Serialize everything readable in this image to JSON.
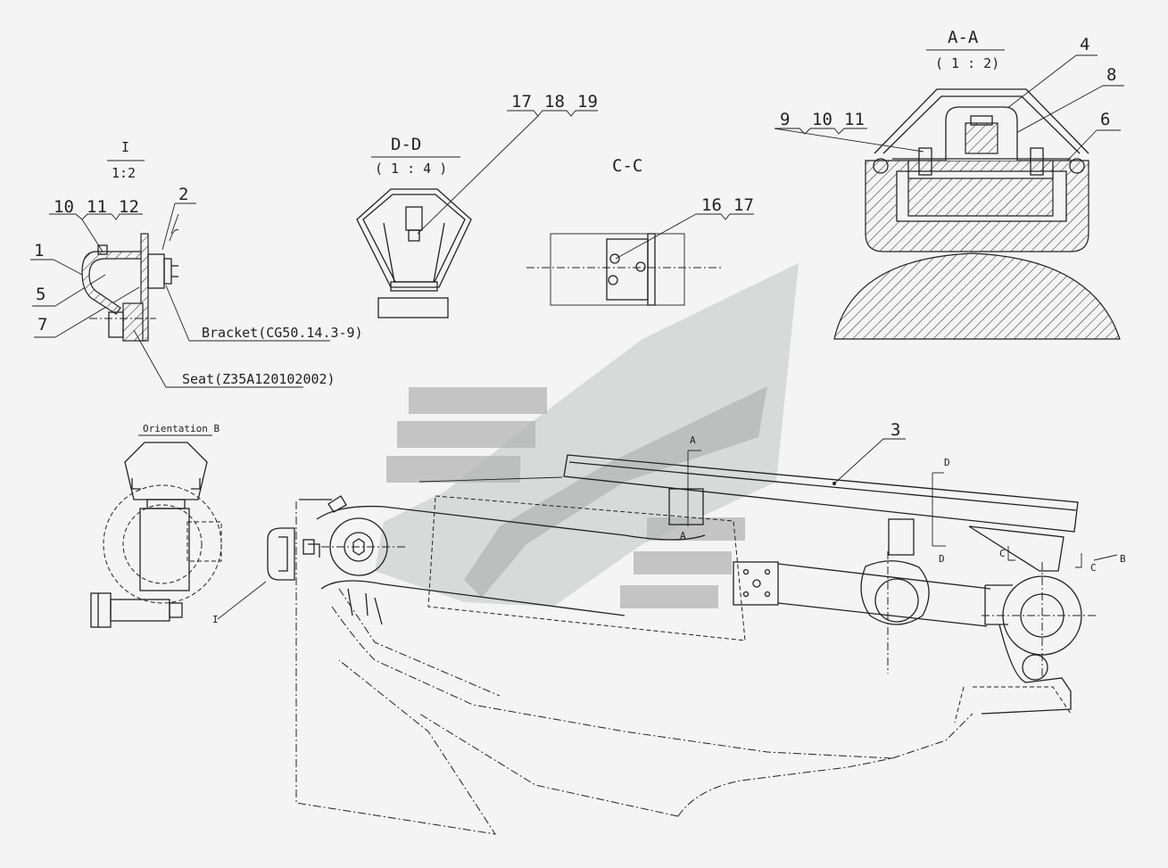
{
  "views": {
    "detail_i": {
      "title": "I",
      "scale": "1:2",
      "balloons": [
        "10",
        "11",
        "12",
        "2",
        "1",
        "5",
        "7"
      ],
      "notes": {
        "bracket": "Bracket(CG50.14.3-9)",
        "seat": "Seat(Z35A120102002)"
      }
    },
    "section_dd": {
      "title": "D-D",
      "scale": "( 1 : 4 )",
      "balloons": [
        "17",
        "18",
        "19"
      ]
    },
    "section_cc": {
      "title": "C-C",
      "balloons": [
        "16",
        "17"
      ]
    },
    "section_aa": {
      "title": "A-A",
      "scale": "( 1 : 2)",
      "balloons": [
        "9",
        "10",
        "11",
        "4",
        "8",
        "6"
      ]
    },
    "orientation_b": {
      "title": "Orientation B"
    },
    "main": {
      "balloon_3": "3",
      "cut_a_top": "A",
      "cut_a_bottom": "A",
      "cut_d_top": "D",
      "cut_d_bottom": "D",
      "cut_c_left": "C",
      "cut_c_right": "C",
      "view_b": "B",
      "detail_i_ref": "I"
    }
  }
}
